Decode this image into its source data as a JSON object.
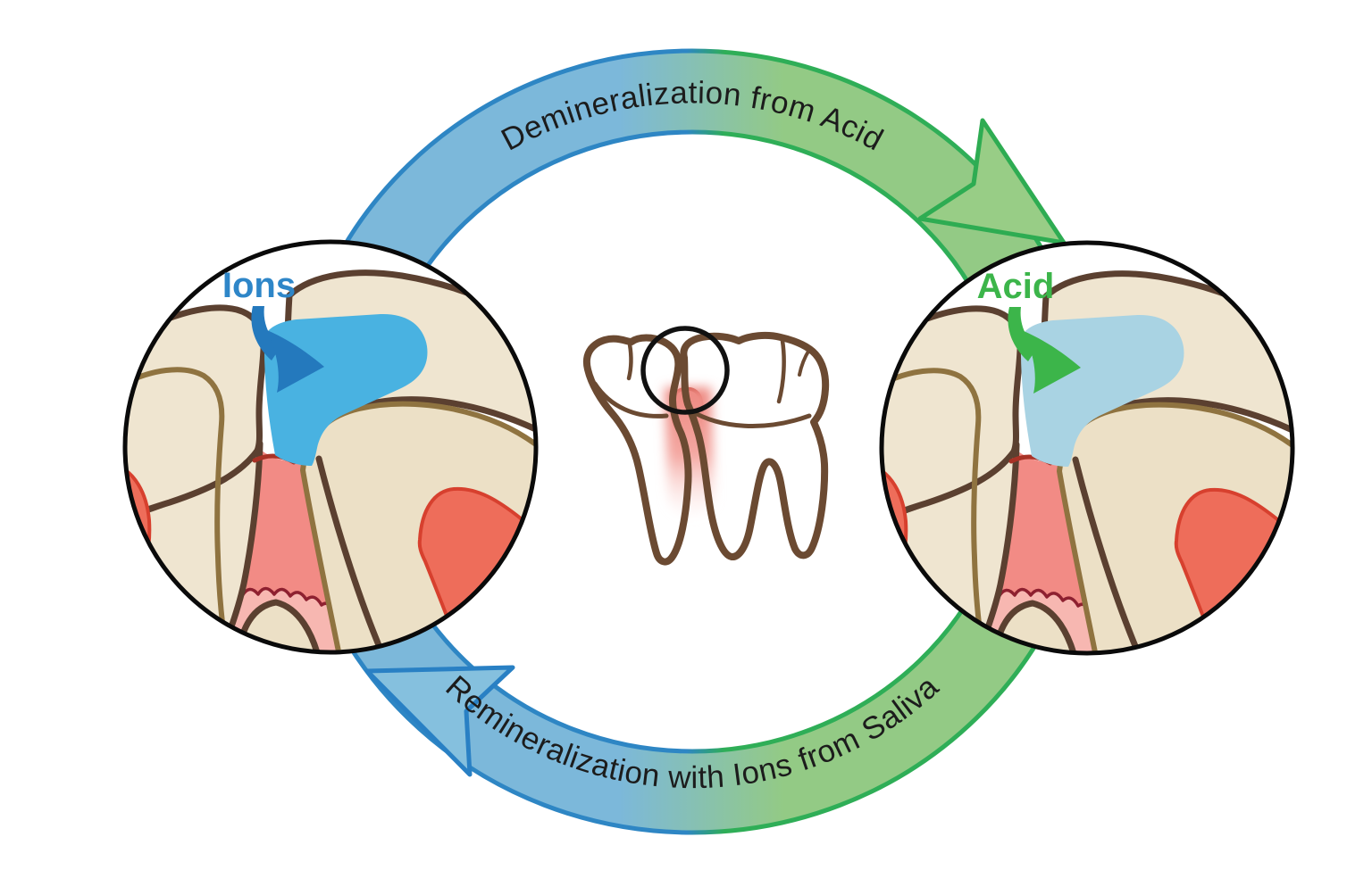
{
  "cycle": {
    "top_arrow_label": "Demineralization from Acid",
    "bottom_arrow_label": "Remineralization with Ions from Saliva",
    "colors": {
      "blue_fill": "#7cb8da",
      "blue_stroke": "#2e86c4",
      "green_fill": "#93ca85",
      "green_stroke": "#2fae57",
      "blue_arrowhead_fill": "#85c0de",
      "green_arrowhead_fill": "#98cd86",
      "arc_text_color": "#1c1c1c"
    }
  },
  "left_inset": {
    "label": "Ions",
    "label_color": "#2e86c8",
    "lesion_color": "#49b2e1",
    "arrow_color": "#2479bd"
  },
  "right_inset": {
    "label": "Acid",
    "label_color": "#3cb54a",
    "lesion_color": "#a9d3e3",
    "arrow_color": "#3cb54a"
  }
}
